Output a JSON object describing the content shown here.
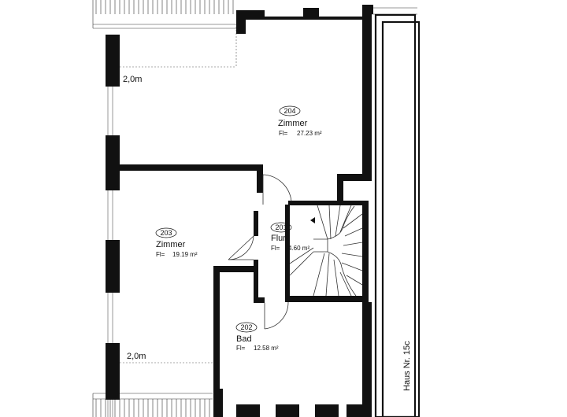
{
  "rooms": [
    {
      "number": "204",
      "name": "Zimmer",
      "area_label": "Fl=",
      "area": "27.23 m²"
    },
    {
      "number": "203",
      "name": "Zimmer",
      "area_label": "Fl=",
      "area": "19.19 m²"
    },
    {
      "number": "201",
      "name": "Flur",
      "area_label": "Fl=",
      "area": "4.60 m²"
    },
    {
      "number": "202",
      "name": "Bad",
      "area_label": "Fl=",
      "area": "12.58 m²"
    }
  ],
  "dimensions": {
    "top_balcony": "2,0m",
    "bottom_balcony": "2,0m"
  },
  "neighbor_label": "Haus Nr. 15c",
  "colors": {
    "wall": "#111111",
    "background": "#ffffff"
  }
}
